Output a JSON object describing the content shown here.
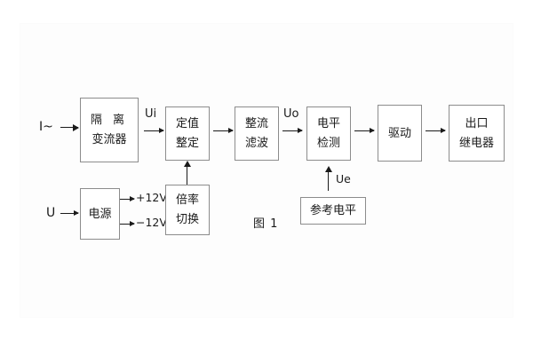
{
  "figure": {
    "caption": "图 1",
    "terminals": [
      {
        "id": "current-input",
        "label": "I~"
      },
      {
        "id": "voltage-input",
        "label": "U"
      }
    ],
    "blocks": [
      {
        "id": "isolation-transformer",
        "line1": "隔 离",
        "line2": "变流器"
      },
      {
        "id": "setting-value",
        "line1": "定值",
        "line2": "整定"
      },
      {
        "id": "rectifier-filter",
        "line1": "整流",
        "line2": "滤波"
      },
      {
        "id": "level-detection",
        "line1": "电平",
        "line2": "检测"
      },
      {
        "id": "driver",
        "line1": "驱动",
        "line2": ""
      },
      {
        "id": "output-relay",
        "line1": "出口",
        "line2": "继电器"
      },
      {
        "id": "power-supply",
        "line1": "电源",
        "line2": ""
      },
      {
        "id": "multiplier-switch",
        "line1": "倍率",
        "line2": "切换"
      },
      {
        "id": "reference-level",
        "line1": "参考电平",
        "line2": ""
      }
    ],
    "signals": [
      {
        "id": "ui",
        "label": "Ui"
      },
      {
        "id": "uo",
        "label": "Uo"
      },
      {
        "id": "ue",
        "label": "Ue"
      }
    ],
    "rails": [
      {
        "id": "rail-positive",
        "label": "+12V"
      },
      {
        "id": "rail-negative",
        "label": "−12V"
      }
    ]
  },
  "colors": {
    "box_border": "#8c8c8c",
    "line": "#1a1a1a",
    "background": "#ffffff"
  }
}
